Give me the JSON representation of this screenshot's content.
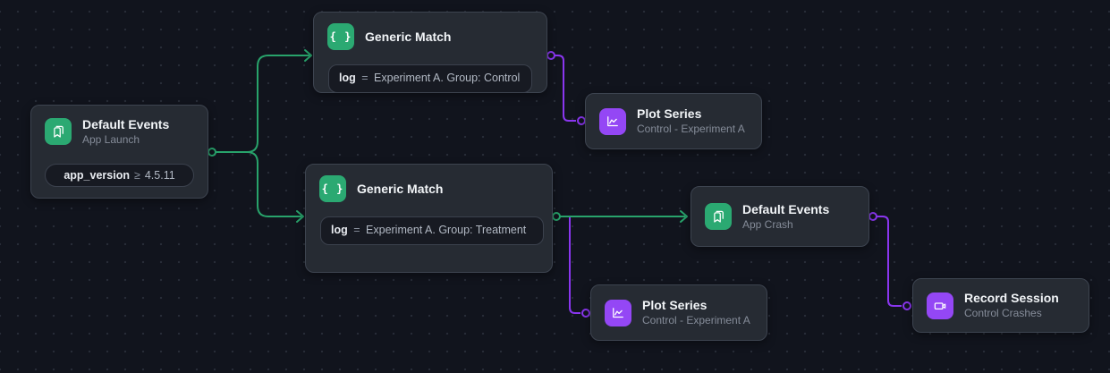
{
  "canvas": {
    "background_color": "#11141d",
    "grid_dot_color": "#272c37"
  },
  "colors": {
    "green_accent": "#2ba972",
    "green_edge": "#28a36b",
    "purple_accent": "#9447f5",
    "purple_edge": "#8a36ef",
    "node_background": "#262b33",
    "node_border": "#3d4450",
    "pill_background": "#171a22",
    "title_text": "#f1f4f7",
    "subtitle_text": "#858c99"
  },
  "nodes": {
    "default_events_launch": {
      "title": "Default Events",
      "subtitle": "App Launch",
      "icon": "bookmark-icon",
      "condition_key": "app_version",
      "condition_op": "≥",
      "condition_value": "4.5.11"
    },
    "generic_match_control": {
      "title": "Generic Match",
      "icon": "braces-icon",
      "icon_glyph": "{ }",
      "condition_key": "log",
      "condition_op": "=",
      "condition_value": "Experiment A. Group: Control"
    },
    "plot_series_control_a": {
      "title": "Plot Series",
      "subtitle": "Control - Experiment A",
      "icon": "line-chart-icon"
    },
    "generic_match_treatment": {
      "title": "Generic Match",
      "icon": "braces-icon",
      "icon_glyph": "{ }",
      "condition_key": "log",
      "condition_op": "=",
      "condition_value": "Experiment A. Group: Treatment"
    },
    "default_events_crash": {
      "title": "Default Events",
      "subtitle": "App Crash",
      "icon": "bookmark-icon"
    },
    "plot_series_control_b": {
      "title": "Plot Series",
      "subtitle": "Control - Experiment A",
      "icon": "line-chart-icon"
    },
    "record_session": {
      "title": "Record Session",
      "subtitle": "Control Crashes",
      "icon": "video-camera-icon"
    }
  },
  "edges": [
    {
      "from": "default_events_launch",
      "to": "generic_match_control",
      "color": "green"
    },
    {
      "from": "default_events_launch",
      "to": "generic_match_treatment",
      "color": "green"
    },
    {
      "from": "generic_match_control",
      "to": "plot_series_control_a",
      "color": "purple"
    },
    {
      "from": "generic_match_treatment",
      "to": "default_events_crash",
      "color": "green"
    },
    {
      "from": "generic_match_treatment",
      "to": "plot_series_control_b",
      "color": "purple"
    },
    {
      "from": "default_events_crash",
      "to": "record_session",
      "color": "purple"
    }
  ]
}
